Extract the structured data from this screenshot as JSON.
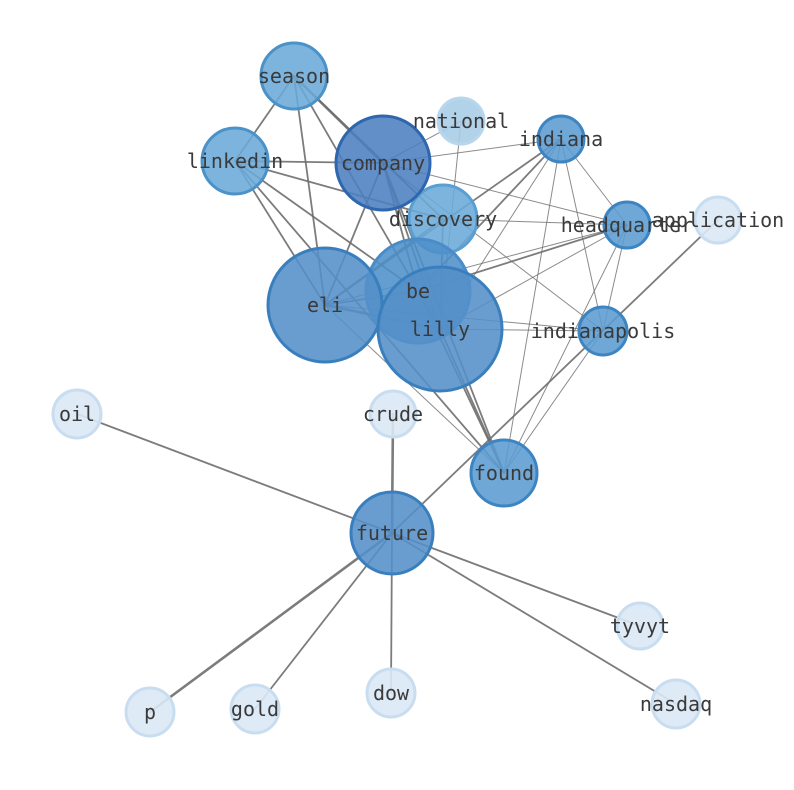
{
  "colors": {
    "edge": "#707070",
    "background": "#ffffff"
  },
  "nodes": [
    {
      "id": "season",
      "label": "season",
      "weight": 5,
      "fill": "#6aaad8",
      "stroke": "#4b92c8"
    },
    {
      "id": "national",
      "label": "national",
      "weight": 1,
      "fill": "#a6cce6",
      "stroke": "#b8d6ec"
    },
    {
      "id": "indiana",
      "label": "indiana",
      "weight": 3,
      "fill": "#5b9bd0",
      "stroke": "#3d85c2"
    },
    {
      "id": "linkedin",
      "label": "linkedin",
      "weight": 5,
      "fill": "#6aaad8",
      "stroke": "#4b92c8"
    },
    {
      "id": "company",
      "label": "company",
      "weight": 10,
      "fill": "#4c80c0",
      "stroke": "#2e67ad"
    },
    {
      "id": "discovery",
      "label": "discovery",
      "weight": 6,
      "fill": "#6aaad8",
      "stroke": "#5a9fd2"
    },
    {
      "id": "headquarter",
      "label": "headquarter",
      "weight": 3,
      "fill": "#5b9bd0",
      "stroke": "#3d85c2"
    },
    {
      "id": "application",
      "label": "application",
      "weight": 0,
      "fill": "#dae8f5",
      "stroke": "#c9ddf0"
    },
    {
      "id": "eli",
      "label": "eli",
      "weight": 14,
      "fill": "#5490c8",
      "stroke": "#3a7fbd"
    },
    {
      "id": "be",
      "label": "be",
      "weight": 12,
      "fill": "#4f8fca",
      "stroke": "#4a8cc9"
    },
    {
      "id": "lilly",
      "label": "lilly",
      "weight": 16,
      "fill": "#5490c8",
      "stroke": "#3a7fbd"
    },
    {
      "id": "indianapolis",
      "label": "indianapolis",
      "weight": 3,
      "fill": "#5b9bd0",
      "stroke": "#3d85c2"
    },
    {
      "id": "oil",
      "label": "oil",
      "weight": 0,
      "fill": "#dae8f5",
      "stroke": "#c9ddf0"
    },
    {
      "id": "crude",
      "label": "crude",
      "weight": 0,
      "fill": "#dae8f5",
      "stroke": "#c9ddf0"
    },
    {
      "id": "found",
      "label": "found",
      "weight": 5,
      "fill": "#5b9bd0",
      "stroke": "#3d85c2"
    },
    {
      "id": "future",
      "label": "future",
      "weight": 8,
      "fill": "#5490c8",
      "stroke": "#3a7fbd"
    },
    {
      "id": "tyvyt",
      "label": "tyvyt",
      "weight": 0,
      "fill": "#dae8f5",
      "stroke": "#c9ddf0"
    },
    {
      "id": "p",
      "label": "p",
      "weight": 0,
      "fill": "#dae8f5",
      "stroke": "#c9ddf0"
    },
    {
      "id": "gold",
      "label": "gold",
      "weight": 0,
      "fill": "#dae8f5",
      "stroke": "#c9ddf0"
    },
    {
      "id": "dow",
      "label": "dow",
      "weight": 0,
      "fill": "#dae8f5",
      "stroke": "#c9ddf0"
    },
    {
      "id": "nasdaq",
      "label": "nasdaq",
      "weight": 0,
      "fill": "#dae8f5",
      "stroke": "#c9ddf0"
    }
  ],
  "edges": [
    {
      "source": "season",
      "target": "linkedin",
      "strength": 2
    },
    {
      "source": "season",
      "target": "company",
      "strength": 3
    },
    {
      "source": "season",
      "target": "eli",
      "strength": 2
    },
    {
      "source": "season",
      "target": "lilly",
      "strength": 2
    },
    {
      "source": "season",
      "target": "discovery",
      "strength": 2
    },
    {
      "source": "linkedin",
      "target": "company",
      "strength": 2
    },
    {
      "source": "linkedin",
      "target": "eli",
      "strength": 2
    },
    {
      "source": "linkedin",
      "target": "be",
      "strength": 2
    },
    {
      "source": "linkedin",
      "target": "discovery",
      "strength": 2
    },
    {
      "source": "linkedin",
      "target": "found",
      "strength": 2
    },
    {
      "source": "national",
      "target": "company",
      "strength": 1
    },
    {
      "source": "national",
      "target": "lilly",
      "strength": 1
    },
    {
      "source": "indiana",
      "target": "company",
      "strength": 1
    },
    {
      "source": "indiana",
      "target": "eli",
      "strength": 2
    },
    {
      "source": "indiana",
      "target": "be",
      "strength": 2
    },
    {
      "source": "indiana",
      "target": "lilly",
      "strength": 1
    },
    {
      "source": "indiana",
      "target": "headquarter",
      "strength": 1
    },
    {
      "source": "indiana",
      "target": "indianapolis",
      "strength": 1
    },
    {
      "source": "indiana",
      "target": "found",
      "strength": 1
    },
    {
      "source": "company",
      "target": "eli",
      "strength": 2
    },
    {
      "source": "company",
      "target": "be",
      "strength": 2
    },
    {
      "source": "company",
      "target": "lilly",
      "strength": 2
    },
    {
      "source": "company",
      "target": "headquarter",
      "strength": 1
    },
    {
      "source": "company",
      "target": "indianapolis",
      "strength": 1
    },
    {
      "source": "company",
      "target": "found",
      "strength": 2
    },
    {
      "source": "discovery",
      "target": "eli",
      "strength": 2
    },
    {
      "source": "discovery",
      "target": "lilly",
      "strength": 2
    },
    {
      "source": "discovery",
      "target": "headquarter",
      "strength": 1
    },
    {
      "source": "headquarter",
      "target": "eli",
      "strength": 1
    },
    {
      "source": "headquarter",
      "target": "be",
      "strength": 2
    },
    {
      "source": "headquarter",
      "target": "lilly",
      "strength": 1
    },
    {
      "source": "headquarter",
      "target": "indianapolis",
      "strength": 1
    },
    {
      "source": "headquarter",
      "target": "found",
      "strength": 1
    },
    {
      "source": "eli",
      "target": "lilly",
      "strength": 3
    },
    {
      "source": "eli",
      "target": "be",
      "strength": 2
    },
    {
      "source": "eli",
      "target": "indianapolis",
      "strength": 1
    },
    {
      "source": "eli",
      "target": "found",
      "strength": 1
    },
    {
      "source": "be",
      "target": "lilly",
      "strength": 2
    },
    {
      "source": "be",
      "target": "found",
      "strength": 2
    },
    {
      "source": "lilly",
      "target": "found",
      "strength": 2
    },
    {
      "source": "lilly",
      "target": "indianapolis",
      "strength": 1
    },
    {
      "source": "indianapolis",
      "target": "found",
      "strength": 1
    },
    {
      "source": "application",
      "target": "future",
      "strength": 2
    },
    {
      "source": "future",
      "target": "oil",
      "strength": 2
    },
    {
      "source": "future",
      "target": "crude",
      "strength": 3
    },
    {
      "source": "future",
      "target": "tyvyt",
      "strength": 2
    },
    {
      "source": "future",
      "target": "p",
      "strength": 3
    },
    {
      "source": "future",
      "target": "gold",
      "strength": 2
    },
    {
      "source": "future",
      "target": "dow",
      "strength": 2
    },
    {
      "source": "future",
      "target": "nasdaq",
      "strength": 2
    }
  ]
}
